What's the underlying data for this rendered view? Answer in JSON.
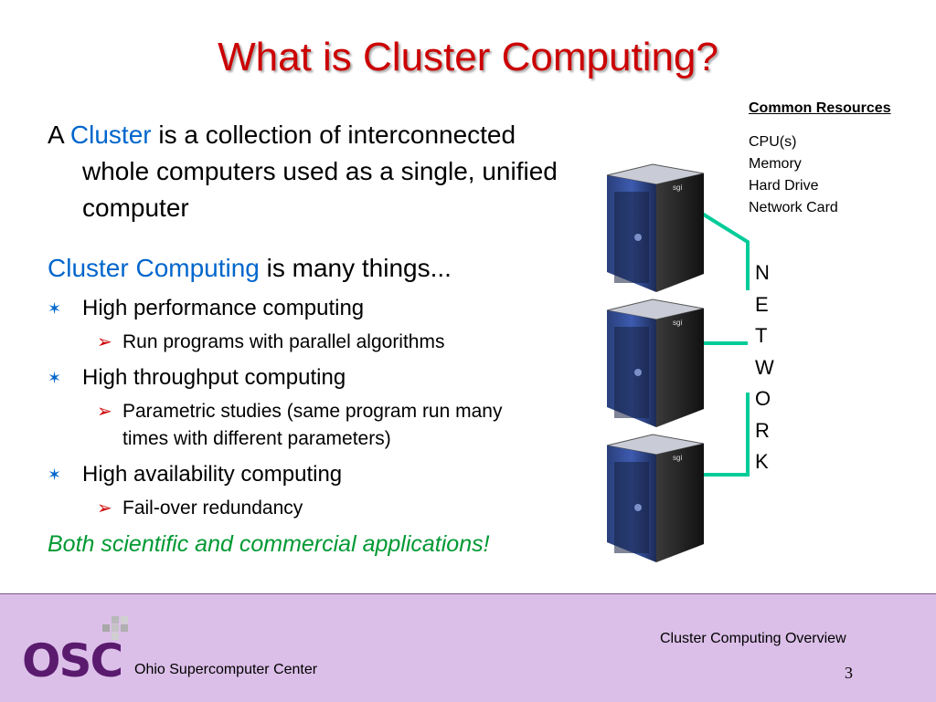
{
  "slide": {
    "title": "What is Cluster Computing?",
    "intro": {
      "prefix": "A ",
      "term": "Cluster",
      "rest": " is a collection of interconnected whole computers used as a single, unified computer"
    },
    "subhead": {
      "term": "Cluster Computing",
      "rest": " is many things..."
    },
    "bullets": [
      {
        "label": "High performance computing",
        "sub": [
          "Run programs with parallel algorithms"
        ]
      },
      {
        "label": "High throughput computing",
        "sub": [
          "Parametric studies (same program run many times with different parameters)"
        ]
      },
      {
        "label": "High availability computing",
        "sub": [
          "Fail-over redundancy"
        ]
      }
    ],
    "closing": "Both scientific and commercial applications!",
    "resources": {
      "title": "Common Resources",
      "items": [
        "CPU(s)",
        "Memory",
        "Hard Drive",
        "Network Card"
      ]
    },
    "network_letters": [
      "N",
      "E",
      "T",
      "W",
      "O",
      "R",
      "K"
    ],
    "server_brand": "sgi",
    "colors": {
      "title": "#cc0000",
      "accent_blue": "#0066cc",
      "green": "#009933",
      "network": "#00cc99",
      "footer_bg": "#dbbfe8"
    }
  },
  "footer": {
    "logo": "OSC",
    "org": "Ohio Supercomputer Center",
    "deck_title": "Cluster Computing Overview",
    "page": "3"
  }
}
